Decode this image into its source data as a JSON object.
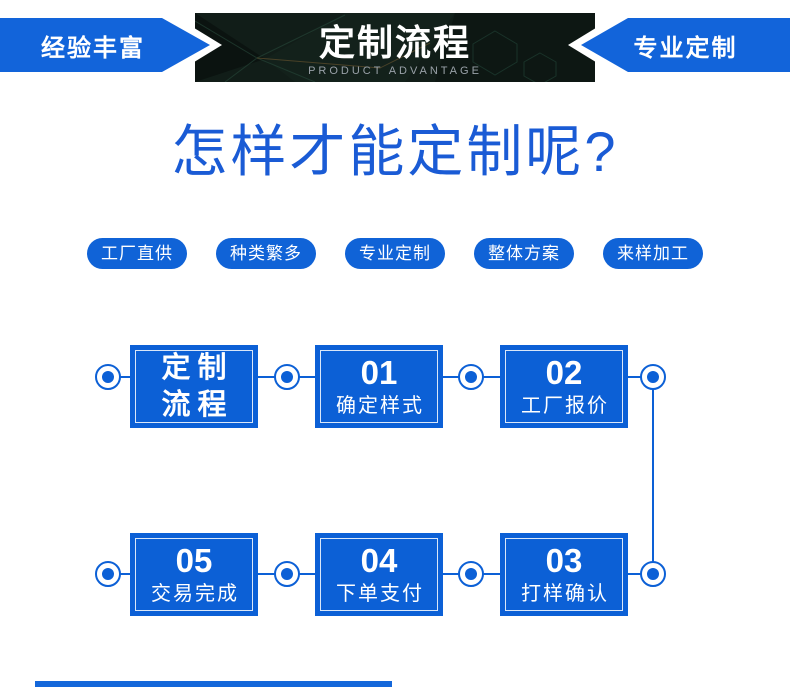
{
  "banner": {
    "left_ribbon_label": "经验丰富",
    "right_ribbon_label": "专业定制",
    "title": "定制流程",
    "subtitle": "PRODUCT ADVANTAGE"
  },
  "heading": {
    "text": "怎样才能定制呢?"
  },
  "feature_pills": {
    "items": [
      "工厂直供",
      "种类繁多",
      "专业定制",
      "整体方案",
      "来样加工"
    ]
  },
  "flow": {
    "start": {
      "line1": "定制",
      "line2": "流程"
    },
    "steps": [
      {
        "number": "01",
        "label": "确定样式"
      },
      {
        "number": "02",
        "label": "工厂报价"
      },
      {
        "number": "03",
        "label": "打样确认"
      },
      {
        "number": "04",
        "label": "下单支付"
      },
      {
        "number": "05",
        "label": "交易完成"
      }
    ]
  },
  "colors": {
    "primary_blue": "#0C60D6",
    "ribbon_blue": "#1264DA",
    "pill_blue": "#1063D7",
    "heading_blue": "#1A5BD5",
    "subtitle_gray": "#99A1A8",
    "banner_dark": "#111D18"
  }
}
